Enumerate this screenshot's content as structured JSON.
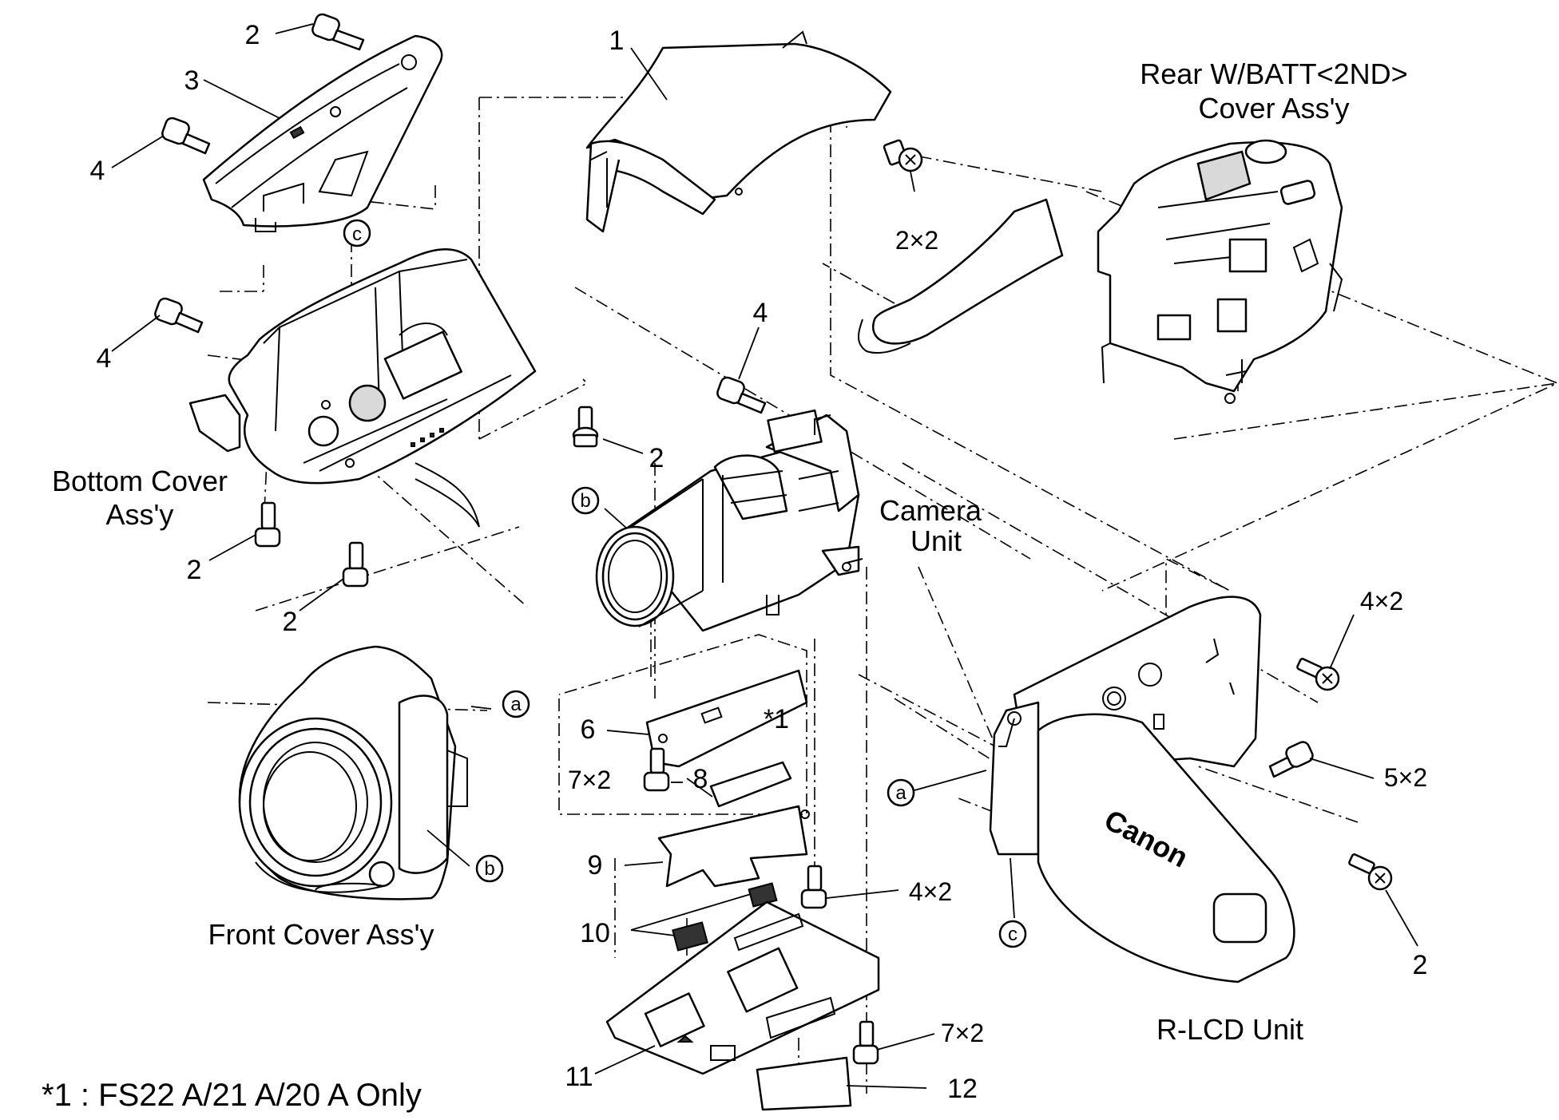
{
  "callouts": {
    "c1": "1",
    "c2_top": "2",
    "c3": "3",
    "c4_top": "4",
    "c4_mid": "4",
    "c2x2_top": "2×2",
    "c4_center": "4",
    "c2_center": "2",
    "c2_bottom_left": "2",
    "c2_bottom_mid": "2",
    "c4x2_right": "4×2",
    "c6": "6",
    "c_star1": "*1",
    "c7x2_a": "7×2",
    "c8": "8",
    "c5x2": "5×2",
    "c9": "9",
    "c4x2_center": "4×2",
    "c2_right": "2",
    "c10": "10",
    "c7x2_b": "7×2",
    "c11": "11",
    "c12": "12"
  },
  "markers": {
    "c_top": "c",
    "b_camera": "b",
    "a_front": "a",
    "b_front": "b",
    "a_lcd": "a",
    "c_lcd": "c"
  },
  "labels": {
    "rear_line1": "Rear W/BATT<2ND>",
    "rear_line2": "Cover Ass'y",
    "bottom_line1": "Bottom Cover",
    "bottom_line2": "Ass'y",
    "camera_line1": "Camera",
    "camera_line2": "Unit",
    "front_cover": "Front Cover Ass'y",
    "rlcd": "R-LCD Unit",
    "footnote": "*1 : FS22 A/21 A/20 A Only",
    "brand_logo": "Canon"
  }
}
